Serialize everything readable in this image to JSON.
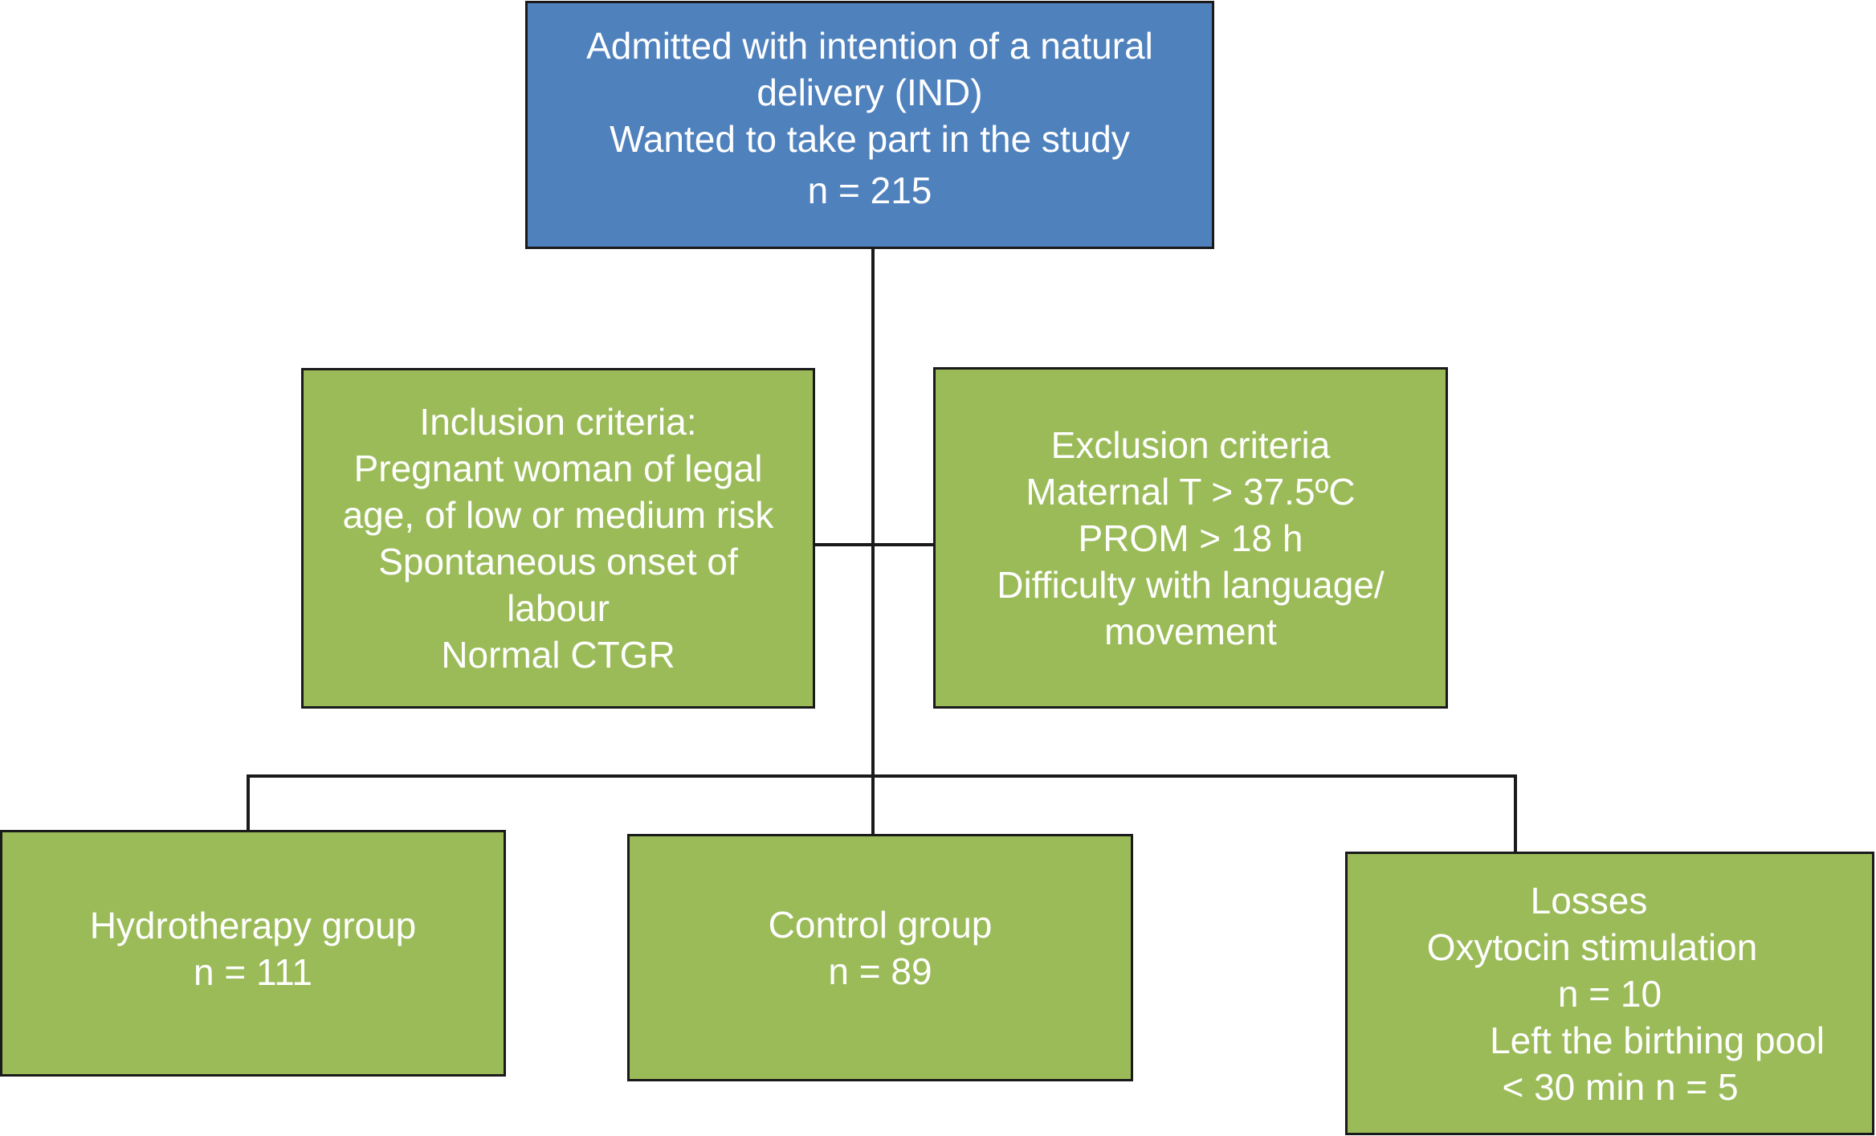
{
  "colors": {
    "blue": "#4f81bd",
    "green": "#9bbb59",
    "border": "#1a1a1a",
    "text": "#ffffff"
  },
  "boxes": {
    "admitted": {
      "lines": [
        "Admitted with intention of a natural",
        "delivery (IND)",
        "Wanted to take part in the study",
        "n = 215"
      ]
    },
    "inclusion": {
      "lines": [
        "Inclusion criteria:",
        "Pregnant woman of legal",
        "age, of low or medium risk",
        "Spontaneous onset of",
        "labour",
        "Normal CTGR"
      ]
    },
    "exclusion": {
      "lines": [
        "Exclusion criteria",
        "Maternal T > 37.5ºC",
        "PROM > 18 h",
        "Difficulty with language/",
        "movement"
      ]
    },
    "hydrotherapy": {
      "lines": [
        "Hydrotherapy group",
        "n = 111"
      ]
    },
    "control": {
      "lines": [
        "Control group",
        "n = 89"
      ]
    },
    "losses": {
      "lines": [
        "Losses",
        "Oxytocin stimulation",
        "n = 10",
        "Left the birthing pool",
        "< 30 min n = 5"
      ]
    }
  }
}
